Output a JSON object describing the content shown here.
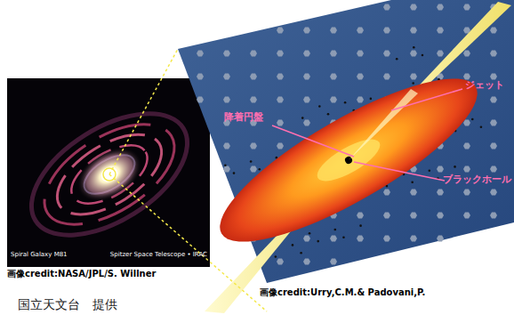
{
  "diagram": {
    "labels": [
      "降着円盤",
      "ジェット",
      "ブラックホール",
      "Spiral Galaxy M81",
      "Spitzer Space Telescope • IRAC",
      "画像credit:NASA/JPL/S. Willner",
      "画像credit:Urry,C.M.& Padovani,P.",
      "国立天文台　提供"
    ]
  }
}
